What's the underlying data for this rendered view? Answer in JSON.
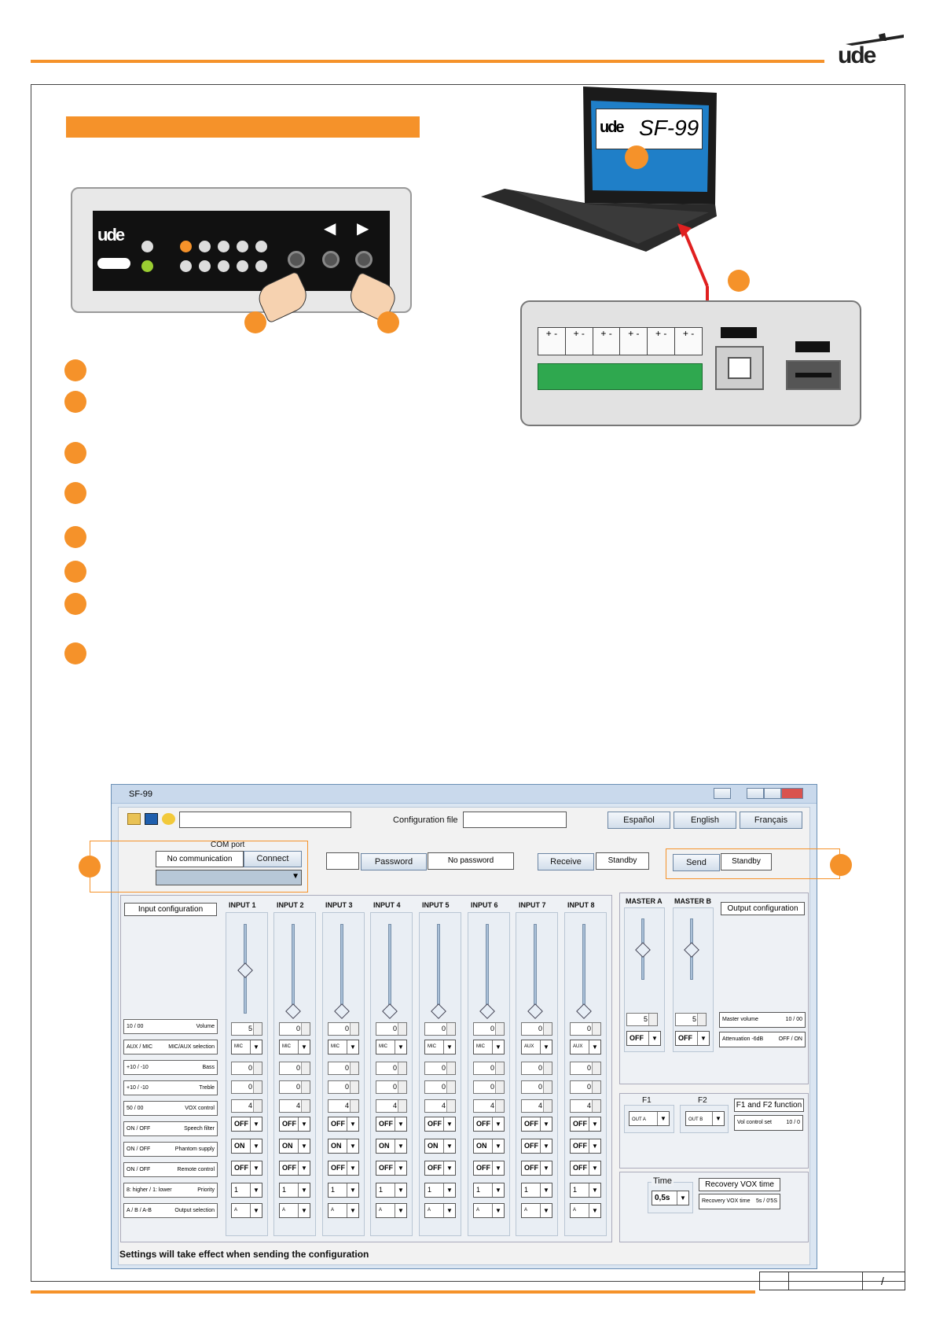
{
  "brand": {
    "logo_text": "ude"
  },
  "laptop_screen": {
    "logo_text": "ude",
    "model": "SF-99"
  },
  "front_panel": {
    "logo_text": "ude",
    "left_arrow": "◀",
    "right_arrow": "▶"
  },
  "rear_panel": {
    "terminal_signs": [
      "+ -",
      "+ -",
      "+ -",
      "+ -",
      "+ -",
      "+ -"
    ]
  },
  "app": {
    "window_title": "SF-99",
    "config_file_label": "Configuration file",
    "lang_buttons": [
      "Español",
      "English",
      "Français"
    ],
    "com_port_label": "COM port",
    "com_status": "No communication",
    "connect_label": "Connect",
    "password_label": "Password",
    "password_status": "No password",
    "receive_label": "Receive",
    "receive_status": "Standby",
    "send_label": "Send",
    "send_status": "Standby",
    "input_config_label": "Input configuration",
    "output_config_label": "Output configuration",
    "inputs": [
      "INPUT 1",
      "INPUT 2",
      "INPUT 3",
      "INPUT 4",
      "INPUT 5",
      "INPUT 6",
      "INPUT 7",
      "INPUT 8"
    ],
    "masters": [
      "MASTER A",
      "MASTER B"
    ],
    "row_labels": [
      {
        "range": "10 / 00",
        "name": "Volume"
      },
      {
        "range": "AUX / MIC",
        "name": "MIC/AUX selection"
      },
      {
        "range": "+10 / -10",
        "name": "Bass"
      },
      {
        "range": "+10 / -10",
        "name": "Treble"
      },
      {
        "range": "50 / 00",
        "name": "VOX control"
      },
      {
        "range": "ON / OFF",
        "name": "Speech filter"
      },
      {
        "range": "ON / OFF",
        "name": "Phantom supply"
      },
      {
        "range": "ON / OFF",
        "name": "Remote control"
      },
      {
        "range": "8: higher / 1: lower",
        "name": "Priority"
      },
      {
        "range": "A / B / A-B",
        "name": "Output selection"
      }
    ],
    "columns": [
      {
        "volume": "5",
        "source": "MIC",
        "bass": "0",
        "treble": "0",
        "vox": "4",
        "speech": "OFF",
        "phantom": "ON",
        "remote": "OFF",
        "priority": "1",
        "output": "A",
        "level": 0.5
      },
      {
        "volume": "0",
        "source": "MIC",
        "bass": "0",
        "treble": "0",
        "vox": "4",
        "speech": "OFF",
        "phantom": "ON",
        "remote": "OFF",
        "priority": "1",
        "output": "A",
        "level": 0
      },
      {
        "volume": "0",
        "source": "MIC",
        "bass": "0",
        "treble": "0",
        "vox": "4",
        "speech": "OFF",
        "phantom": "ON",
        "remote": "OFF",
        "priority": "1",
        "output": "A",
        "level": 0
      },
      {
        "volume": "0",
        "source": "MIC",
        "bass": "0",
        "treble": "0",
        "vox": "4",
        "speech": "OFF",
        "phantom": "ON",
        "remote": "OFF",
        "priority": "1",
        "output": "A",
        "level": 0
      },
      {
        "volume": "0",
        "source": "MIC",
        "bass": "0",
        "treble": "0",
        "vox": "4",
        "speech": "OFF",
        "phantom": "ON",
        "remote": "OFF",
        "priority": "1",
        "output": "A",
        "level": 0
      },
      {
        "volume": "0",
        "source": "MIC",
        "bass": "0",
        "treble": "0",
        "vox": "4",
        "speech": "OFF",
        "phantom": "ON",
        "remote": "OFF",
        "priority": "1",
        "output": "A",
        "level": 0
      },
      {
        "volume": "0",
        "source": "AUX",
        "bass": "0",
        "treble": "0",
        "vox": "4",
        "speech": "OFF",
        "phantom": "OFF",
        "remote": "OFF",
        "priority": "1",
        "output": "A",
        "level": 0
      },
      {
        "volume": "0",
        "source": "AUX",
        "bass": "0",
        "treble": "0",
        "vox": "4",
        "speech": "OFF",
        "phantom": "OFF",
        "remote": "OFF",
        "priority": "1",
        "output": "A",
        "level": 0
      }
    ],
    "master_values": [
      {
        "volume": "5",
        "att": "OFF",
        "level": 0.5
      },
      {
        "volume": "5",
        "att": "OFF",
        "level": 0.5
      }
    ],
    "output_rows": [
      {
        "name": "Master volume",
        "range": "10 / 00"
      },
      {
        "name": "Attenuation -6dB",
        "range": "OFF / ON"
      }
    ],
    "f1_label": "F1",
    "f2_label": "F2",
    "f1_value": "OUT A",
    "f2_value": "OUT B",
    "f_function_label": "F1 and F2 function",
    "vol_control_set": "Vol control set",
    "vol_control_range": "10 / 0",
    "time_label": "Time",
    "time_value": "0,5s",
    "recovery_label": "Recovery VOX time",
    "recovery_row": "Recovery VOX time",
    "recovery_range": "5s / 0'5S",
    "footer_note": "Settings will take effect when sending the configuration"
  },
  "colors": {
    "accent": "#f5922a",
    "window": "#dbe6f2"
  }
}
